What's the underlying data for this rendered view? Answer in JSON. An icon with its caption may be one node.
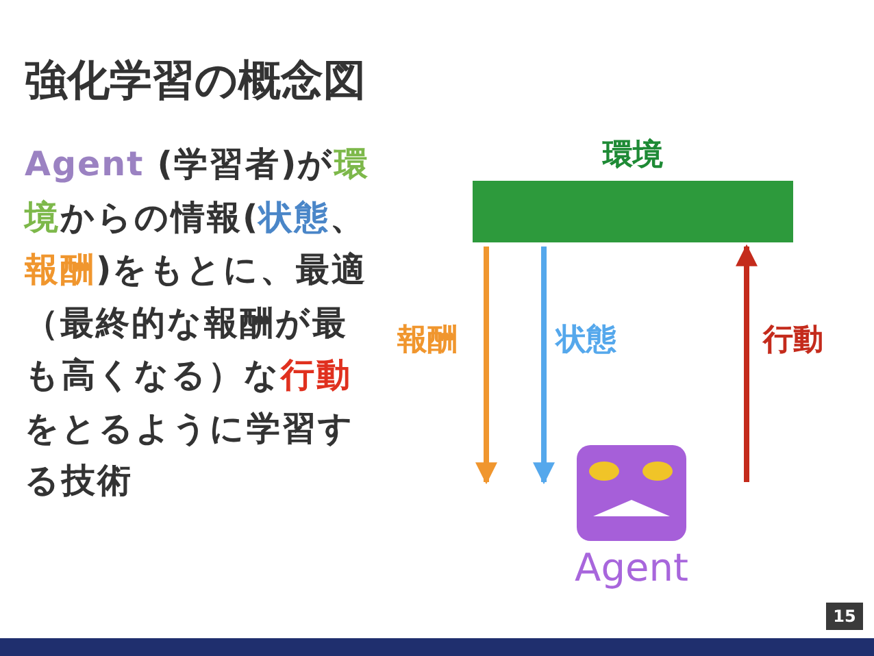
{
  "diagram": {
    "title": "強化学習の概念図",
    "nodes": [
      {
        "text": [
          "環境"
        ]
      },
      {
        "text": [
          "Agent"
        ]
      }
    ],
    "edges": [
      {
        "from": 0,
        "to": 1,
        "arrow": "to",
        "label": "報酬",
        "color": "#f0962e"
      },
      {
        "from": 0,
        "to": 1,
        "arrow": "to",
        "label": "状態",
        "color": "#55a8ec"
      },
      {
        "from": 1,
        "to": 0,
        "arrow": "to",
        "label": "行動",
        "color": "#c42b1c"
      }
    ],
    "labels": [
      "**Agent** (学習者)が**環境**からの情報(**状態**、**報酬**)をもとに、最適（最終的な報酬が最も高くなる）な**行動**をとるように学習する技術",
      "15"
    ]
  }
}
